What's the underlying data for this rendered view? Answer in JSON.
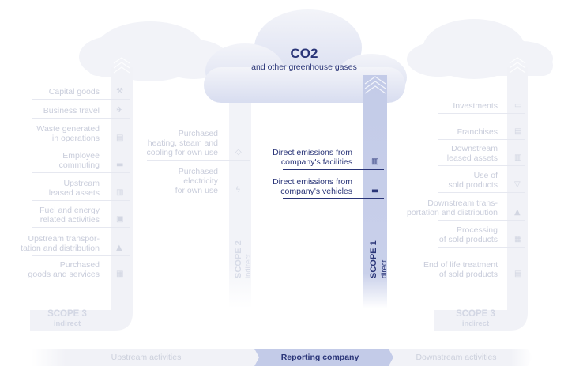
{
  "header": {
    "title": "CO2",
    "subtitle": "and other greenhouse gases"
  },
  "scope3_upstream": {
    "label": "SCOPE 3",
    "sub": "indirect",
    "items": [
      {
        "text": "Capital goods",
        "icon": "tools-icon"
      },
      {
        "text": "Business travel",
        "icon": "airplane-icon"
      },
      {
        "text": "Waste generated\nin operations",
        "icon": "bin-icon"
      },
      {
        "text": "Employee\ncommuting",
        "icon": "car-icon"
      },
      {
        "text": "Upstream\nleased assets",
        "icon": "building-icon"
      },
      {
        "text": "Fuel and energy\nrelated activities",
        "icon": "fuel-icon"
      },
      {
        "text": "Upstream transpor-\ntation and distribution",
        "icon": "truck-icon"
      },
      {
        "text": "Purchased\ngoods and services",
        "icon": "factory-icon"
      }
    ]
  },
  "scope2": {
    "label": "SCOPE 2",
    "sub": "indirect",
    "items": [
      {
        "text": "Purchased\nheating, steam and\ncooling for own use",
        "icon": "tag-icon"
      },
      {
        "text": "Purchased\nelectricity\nfor own use",
        "icon": "lightning-icon"
      }
    ]
  },
  "scope1": {
    "label": "SCOPE 1",
    "sub": "direct",
    "items": [
      {
        "text": "Direct emissions from\ncompany's facilities",
        "icon": "building-icon"
      },
      {
        "text": "Direct emissions from\ncompany's vehicles",
        "icon": "car-icon"
      }
    ]
  },
  "scope3_downstream": {
    "label": "SCOPE 3",
    "sub": "indirect",
    "items": [
      {
        "text": "Investments",
        "icon": "wallet-icon"
      },
      {
        "text": "Franchises",
        "icon": "store-icon"
      },
      {
        "text": "Downstream\nleased assets",
        "icon": "building-icon"
      },
      {
        "text": "Use of\nsold products",
        "icon": "shirt-icon"
      },
      {
        "text": "Downstream trans-\nportation and distribution",
        "icon": "truck-icon"
      },
      {
        "text": "Processing\nof sold products",
        "icon": "factory-icon"
      },
      {
        "text": "End of life treatment\nof sold products",
        "icon": "bin-icon"
      }
    ]
  },
  "bottom_band": {
    "upstream": "Upstream activities",
    "reporting": "Reporting company",
    "downstream": "Downstream activities"
  },
  "colors": {
    "accent": "#2a3578",
    "faded_text": "#c9cddb",
    "pillar": "#eef0f7",
    "highlight_pillar": "#c3cbe8"
  }
}
